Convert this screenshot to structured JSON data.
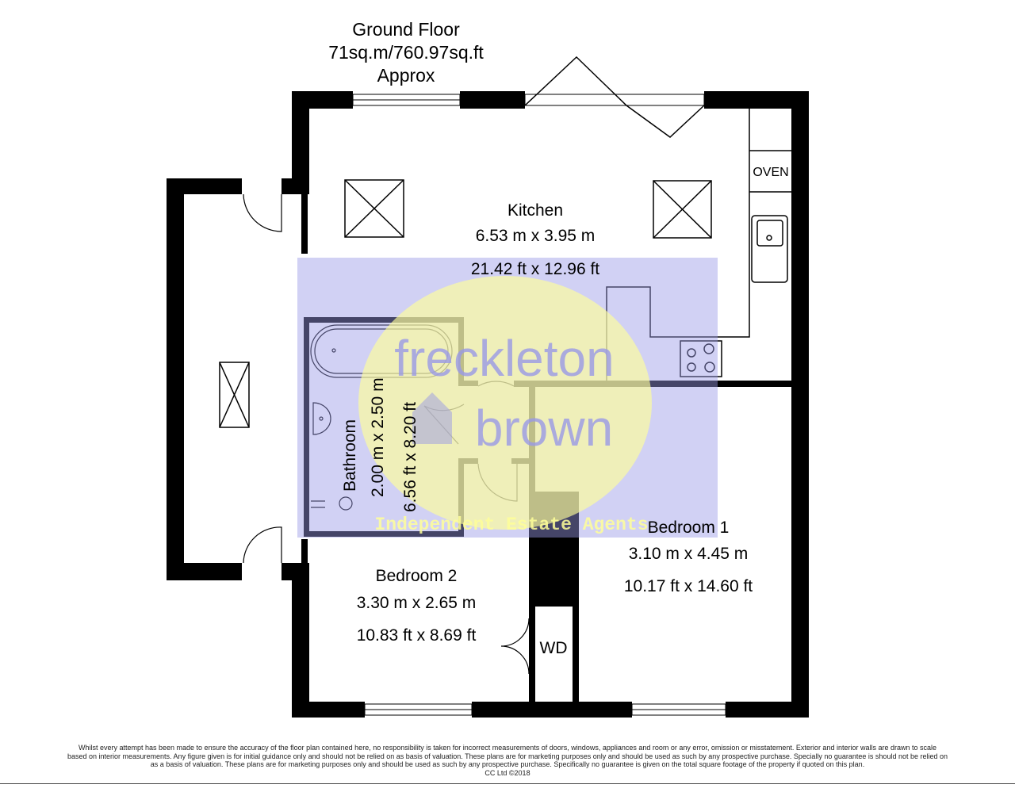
{
  "header": {
    "title": "Ground Floor",
    "area": "71sq.m/760.97sq.ft",
    "approx": "Approx"
  },
  "rooms": {
    "kitchen": {
      "name": "Kitchen",
      "metric": "6.53 m x 3.95 m",
      "imperial": "21.42 ft x 12.96 ft"
    },
    "bathroom": {
      "name": "Bathroom",
      "metric": "2.00 m x 2.50 m",
      "imperial": "6.56 ft x 8.20 ft"
    },
    "bedroom1": {
      "name": "Bedroom 1",
      "metric": "3.10 m x 4.45 m",
      "imperial": "10.17 ft x 14.60 ft"
    },
    "bedroom2": {
      "name": "Bedroom 2",
      "metric": "3.30 m x 2.65 m",
      "imperial": "10.83 ft x 8.69 ft"
    },
    "wardrobe": {
      "name": "WD"
    },
    "oven": {
      "name": "OVEN"
    }
  },
  "watermark": {
    "line1": "freckleton",
    "line2": "brown",
    "tagline": "Independent Estate Agents",
    "box_color": "#9999e6",
    "circle_color": "#ffff99"
  },
  "disclaimer": {
    "line1": "Whilst every attempt has been made to ensure the accuracy of the floor plan contained here, no responsibility is taken for incorrect measurements of doors, windows, appliances and room or any error, omission or misstatement. Exterior and interior walls are drawn to scale",
    "line2": "based on interior measurements. Any figure given is for initial guidance only and should not be relied on as basis of valuation. These plans are for marketing purposes only and should be used as such by any prospective purchase. Specially no guarantee is should not be relied on",
    "line3": "as a basis of valuation. These plans are for marketing purposes only and should be used as such by any prospective purchase. Specifically no guarantee is given on the total square footage of the property if quoted on this plan.",
    "line4": "CC Ltd ©2018"
  }
}
